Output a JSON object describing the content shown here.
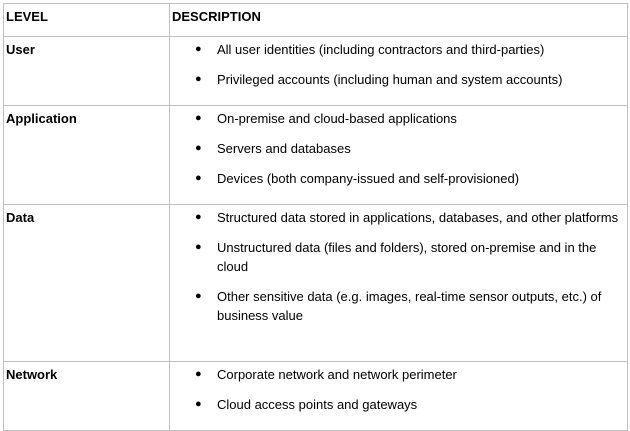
{
  "table": {
    "headers": {
      "level": "LEVEL",
      "description": "DESCRIPTION"
    },
    "rows": [
      {
        "level": "User",
        "items": [
          "All user identities (including contractors and third-parties)",
          "Privileged accounts (including human and system accounts)"
        ]
      },
      {
        "level": "Application",
        "items": [
          "On-premise and cloud-based applications",
          "Servers and databases",
          "Devices (both company-issued and self-provisioned)"
        ]
      },
      {
        "level": "Data",
        "items": [
          "Structured data stored in applications, databases, and other platforms",
          "Unstructured data (files and folders), stored on-premise and in the cloud",
          "Other sensitive data (e.g. images, real-time sensor outputs, etc.) of business value"
        ]
      },
      {
        "level": "Network",
        "items": [
          "Corporate network and network perimeter",
          "Cloud access points and gateways"
        ]
      }
    ]
  }
}
